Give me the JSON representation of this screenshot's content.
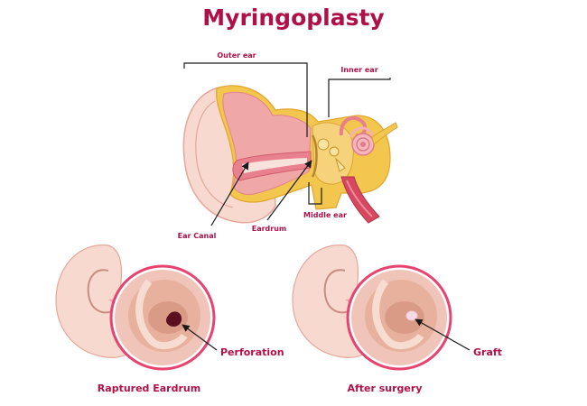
{
  "title": "Myringoplasty",
  "anatomy_labels": {
    "outer_ear": "Outer ear",
    "inner_ear": "Inner ear",
    "middle_ear": "Middle ear",
    "ear_canal": "Ear Canal",
    "eardrum": "Eardrum"
  },
  "panels": [
    {
      "caption": "Raptured Eardrum",
      "callout": "Perforation"
    },
    {
      "caption": "After surgery",
      "callout": "Graft"
    }
  ],
  "colors": {
    "title": "#b01048",
    "skin": "#f7d9d0",
    "cartilage": "#f3c64e",
    "canal": "#e8808e",
    "circle_border": "#e8426e",
    "perforation": "#5a1020"
  }
}
